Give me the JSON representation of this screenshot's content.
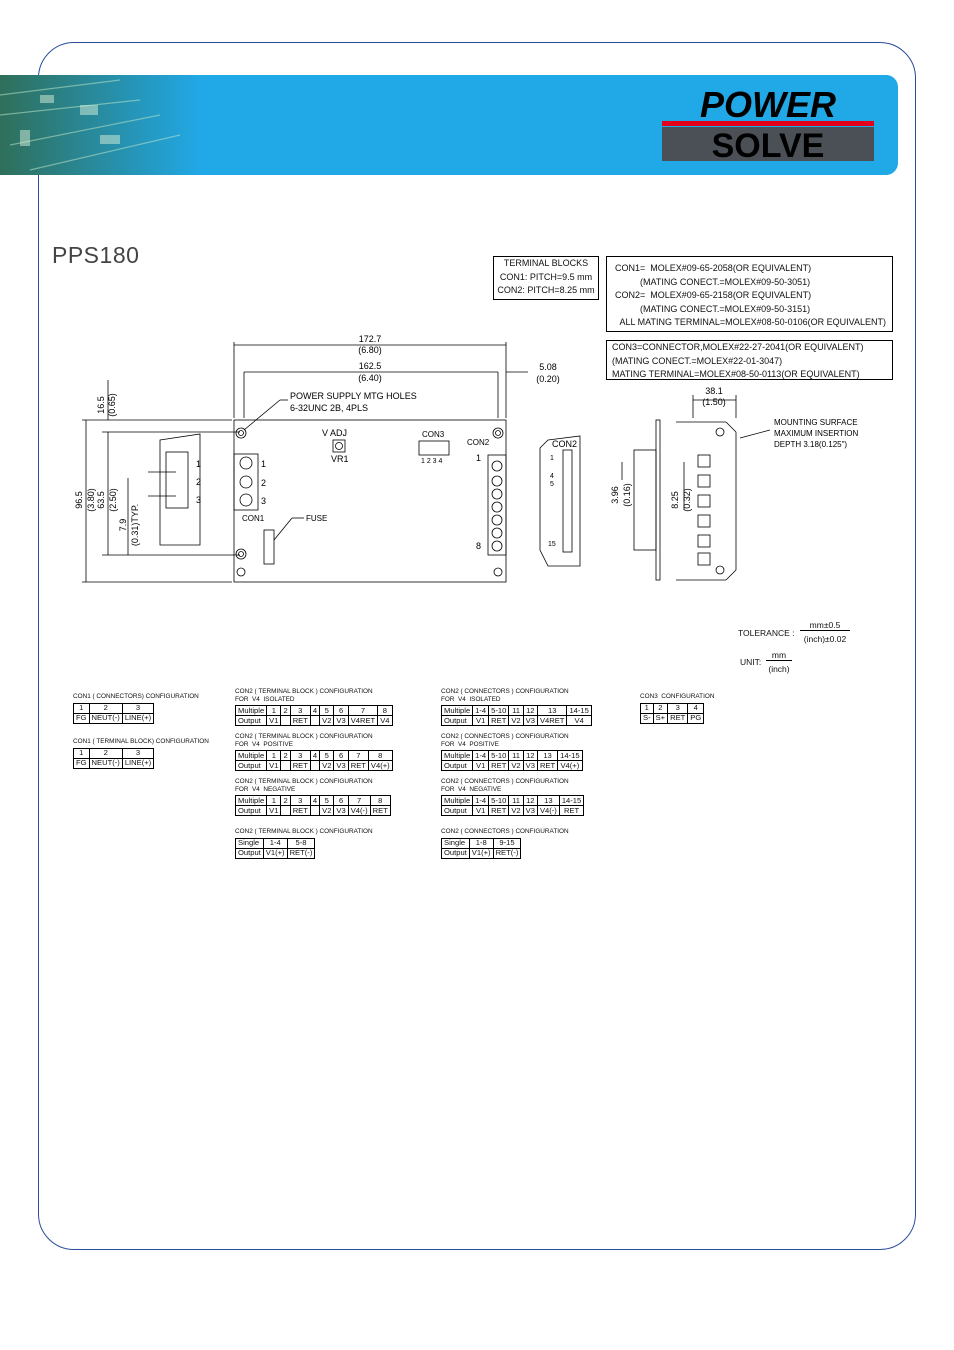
{
  "brand": {
    "line1": "POWER",
    "line2": "SOLVE"
  },
  "page_title": "PPS180",
  "terminal_blocks_box": {
    "title": "TERMINAL BLOCKS",
    "lines": [
      "CON1: PITCH=9.5 mm",
      "CON2: PITCH=8.25 mm"
    ]
  },
  "connector_box_1": {
    "lines": [
      "CON1=  MOLEX#09-65-2058(OR EQUIVALENT)",
      "          (MATING CONECT.=MOLEX#09-50-3051)",
      "CON2=  MOLEX#09-65-2158(OR EQUIVALENT)",
      "          (MATING CONECT.=MOLEX#09-50-3151)",
      "  ALL MATING TERMINAL=MOLEX#08-50-0106(OR EQUIVALENT)"
    ]
  },
  "connector_box_2": {
    "lines": [
      "CON3=CONNECTOR,MOLEX#22-27-2041(OR EQUIVALENT)",
      "(MATING CONECT.=MOLEX#22-01-3047)",
      "MATING TERMINAL=MOLEX#08-50-0113(OR EQUIVALENT)"
    ]
  },
  "drawing": {
    "dim_172": "172.7",
    "dim_172_in": "(6.80)",
    "dim_162": "162.5",
    "dim_162_in": "(6.40)",
    "dim_508": "5.08",
    "dim_508_in": "(0.20)",
    "dim_165": "16.5",
    "dim_165_in": "(0.65)",
    "dim_965": "96.5",
    "dim_965_in": "(3.80)",
    "dim_635": "63.5",
    "dim_635_in": "(2.50)",
    "dim_79": "7.9",
    "dim_79_in": "(0.31)TYP.",
    "dim_381": "38.1",
    "dim_381_in": "(1.50)",
    "dim_396": "3.96",
    "dim_396_in": "(0.16)",
    "dim_825": "8.25",
    "dim_825_in": "(0.32)",
    "mtg_holes_1": "POWER SUPPLY MTG HOLES",
    "mtg_holes_2": "6-32UNC 2B, 4PLS",
    "v_adj": "V ADJ",
    "vr1": "VR1",
    "con1": "CON1",
    "con2": "CON2",
    "con3": "CON3",
    "con3_pins": "1 2 3 4",
    "fuse": "FUSE",
    "mount_1": "MOUNTING SURFACE",
    "mount_2": "MAXIMUM INSERTION",
    "mount_3": "DEPTH 3.18(0.125\")",
    "n1": "1",
    "n2": "2",
    "n3": "3",
    "n8": "8",
    "n4": "4",
    "n5": "5",
    "n15": "15"
  },
  "tolerance": {
    "label": "TOLERANCE :",
    "num": "mm±0.5",
    "den": "(inch)±0.02",
    "unit_label": "UNIT:",
    "unit_num": "mm",
    "unit_den": "(inch)"
  },
  "tables": [
    {
      "caption": "CON1 ( CONNECTORS) CONFIGURATION",
      "rows": [
        [
          "1",
          "2",
          "3"
        ],
        [
          "FG",
          "NEUT(-)",
          "LINE(+)"
        ]
      ]
    },
    {
      "caption": "CON1 ( TERMINAL BLOCK) CONFIGURATION",
      "rows": [
        [
          "1",
          "2",
          "3"
        ],
        [
          "FG",
          "NEUT(-)",
          "LINE(+)"
        ]
      ]
    },
    {
      "caption": "CON2 ( TERMINAL BLOCK ) CONFIGURATION\nFOR  V4  ISOLATED",
      "rows": [
        [
          "Multiple",
          "1",
          "2",
          "3",
          "4",
          "5",
          "6",
          "7",
          "8"
        ],
        [
          "Output",
          "V1",
          "",
          "RET",
          "",
          "V2",
          "V3",
          "V4RET",
          "V4"
        ]
      ]
    },
    {
      "caption": "CON2 ( TERMINAL BLOCK ) CONFIGURATION\nFOR  V4  POSITIVE",
      "rows": [
        [
          "Multiple",
          "1",
          "2",
          "3",
          "4",
          "5",
          "6",
          "7",
          "8"
        ],
        [
          "Output",
          "V1",
          "",
          "RET",
          "",
          "V2",
          "V3",
          "RET",
          "V4(+)"
        ]
      ]
    },
    {
      "caption": "CON2 ( TERMINAL BLOCK ) CONFIGURATION\nFOR  V4  NEGATIVE",
      "rows": [
        [
          "Multiple",
          "1",
          "2",
          "3",
          "4",
          "5",
          "6",
          "7",
          "8"
        ],
        [
          "Output",
          "V1",
          "",
          "RET",
          "",
          "V2",
          "V3",
          "V4(-)",
          "RET"
        ]
      ]
    },
    {
      "caption": "CON2 ( TERMINAL BLOCK ) CONFIGURATION",
      "rows": [
        [
          "Single",
          "1-4",
          "5-8"
        ],
        [
          "Output",
          "V1(+)",
          "RET(-)"
        ]
      ]
    },
    {
      "caption": "CON2 ( CONNECTORS ) CONFIGURATION\nFOR  V4  ISOLATED",
      "rows": [
        [
          "Multiple",
          "1-4",
          "5-10",
          "11",
          "12",
          "13",
          "14-15"
        ],
        [
          "Output",
          "V1",
          "RET",
          "V2",
          "V3",
          "V4RET",
          "V4"
        ]
      ]
    },
    {
      "caption": "CON2 ( CONNECTORS ) CONFIGURATION\nFOR  V4  POSITIVE",
      "rows": [
        [
          "Multiple",
          "1-4",
          "5-10",
          "11",
          "12",
          "13",
          "14-15"
        ],
        [
          "Output",
          "V1",
          "RET",
          "V2",
          "V3",
          "RET",
          "V4(+)"
        ]
      ]
    },
    {
      "caption": "CON2 ( CONNECTORS ) CONFIGURATION\nFOR  V4  NEGATIVE",
      "rows": [
        [
          "Multiple",
          "1-4",
          "5-10",
          "11",
          "12",
          "13",
          "14-15"
        ],
        [
          "Output",
          "V1",
          "RET",
          "V2",
          "V3",
          "V4(-)",
          "RET"
        ]
      ]
    },
    {
      "caption": "CON2 ( CONNECTORS ) CONFIGURATION",
      "rows": [
        [
          "Single",
          "1-8",
          "9-15"
        ],
        [
          "Output",
          "V1(+)",
          "RET(-)"
        ]
      ]
    },
    {
      "caption": "CON3  CONFIGURATION",
      "rows": [
        [
          "1",
          "2",
          "3",
          "4"
        ],
        [
          "S-",
          "S+",
          "RET",
          "PG"
        ]
      ]
    }
  ]
}
